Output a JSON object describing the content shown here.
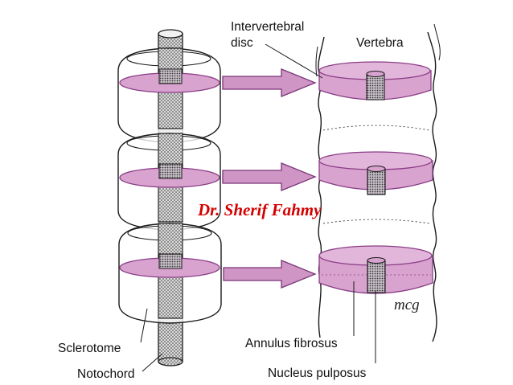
{
  "labels": {
    "intervertebral_line1": "Intervertebral",
    "intervertebral_line2": "disc",
    "vertebra": "Vertebra",
    "sclerotome": "Sclerotome",
    "notochord": "Notochord",
    "annulus_fibrosus": "Annulus fibrosus",
    "nucleus_pulposus": "Nucleus pulposus"
  },
  "watermark": "Dr. Sherif Fahmy",
  "artist_signature": "mcg",
  "colors": {
    "disc_fill": "#d9a3cf",
    "disc_stroke": "#8a3c86",
    "arrow_fill": "#cf96c5",
    "outline": "#1a1a1a",
    "watermark": "#d40000"
  }
}
